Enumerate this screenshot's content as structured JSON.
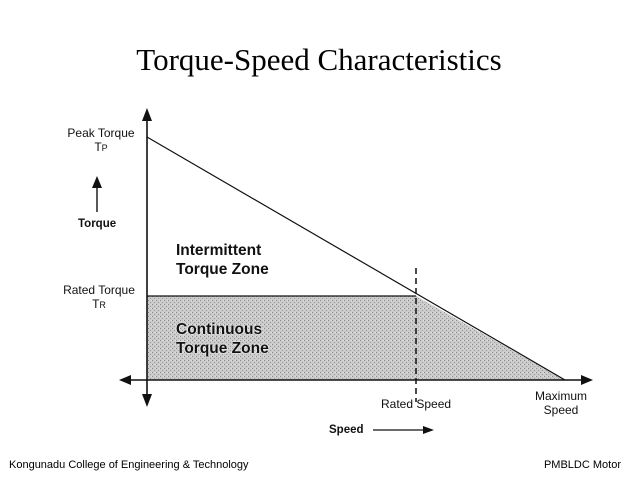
{
  "slide": {
    "title": "Torque-Speed Characteristics",
    "footer_left": "Kongunadu College of Engineering & Technology",
    "footer_right": "PMBLDC Motor"
  },
  "diagram": {
    "peak_torque_label": "Peak Torque",
    "peak_torque_symbol": "T",
    "peak_torque_subscript": "P",
    "torque_axis_label": "Torque",
    "rated_torque_label": "Rated Torque",
    "rated_torque_symbol": "T",
    "rated_torque_subscript": "R",
    "intermittent_zone_line1": "Intermittent",
    "intermittent_zone_line2": "Torque Zone",
    "continuous_zone_line1": "Continuous",
    "continuous_zone_line2": "Torque Zone",
    "rated_speed_label": "Rated Speed",
    "max_speed_line1": "Maximum",
    "max_speed_line2": "Speed",
    "speed_axis_label": "Speed",
    "colors": {
      "continuous_zone_fill": "#c6c6c6",
      "lines": "#111111"
    }
  }
}
